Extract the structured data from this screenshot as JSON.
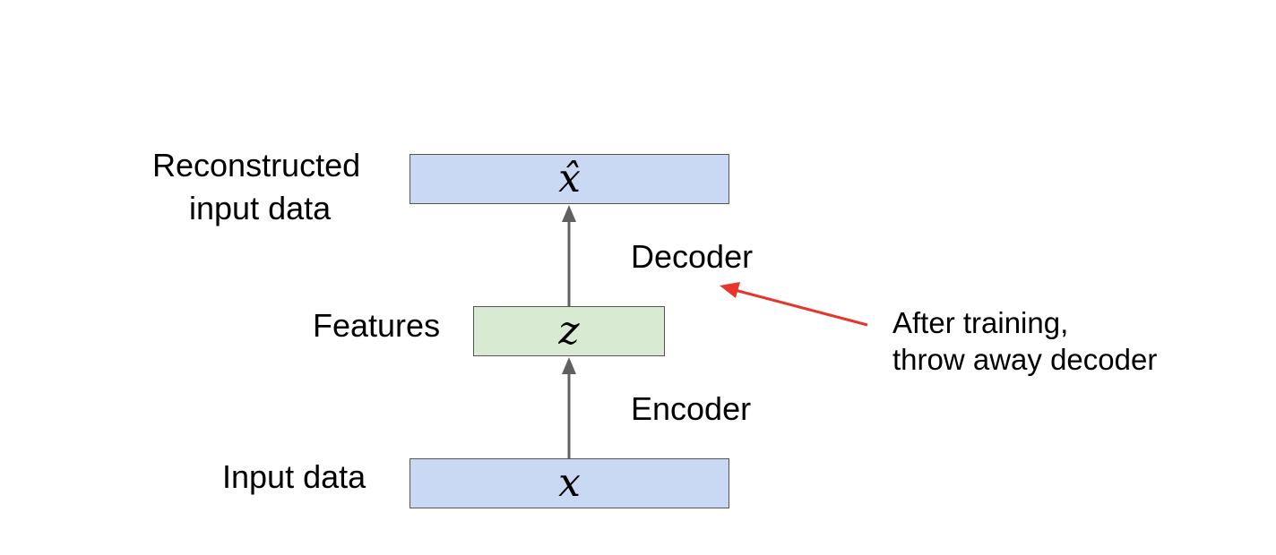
{
  "layers": {
    "output": {
      "label_line1": "Reconstructed",
      "label_line2": "input data",
      "symbol": "x̂",
      "color": "#c9d9f4"
    },
    "features": {
      "label": "Features",
      "symbol": "z",
      "color": "#d9ead3"
    },
    "input": {
      "label": "Input data",
      "symbol": "x",
      "color": "#c9d9f4"
    }
  },
  "edges": {
    "decoder": "Decoder",
    "encoder": "Encoder"
  },
  "annotation": {
    "line1": "After training,",
    "line2": "throw away decoder",
    "arrow_color": "#e8352b"
  }
}
